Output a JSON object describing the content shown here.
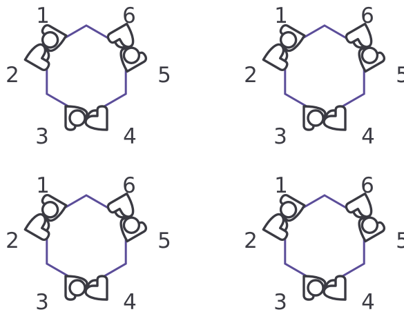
{
  "palette": {
    "outline": "#3a3a42",
    "table_edge": "#5b4d99",
    "background": "#ffffff"
  },
  "icon_name": "people-around-table-icon",
  "seat_labels": [
    "1",
    "2",
    "3",
    "4",
    "5",
    "6"
  ],
  "diagrams": [
    {
      "name": "arrangement-top-left"
    },
    {
      "name": "arrangement-top-right"
    },
    {
      "name": "arrangement-bottom-left"
    },
    {
      "name": "arrangement-bottom-right"
    }
  ]
}
